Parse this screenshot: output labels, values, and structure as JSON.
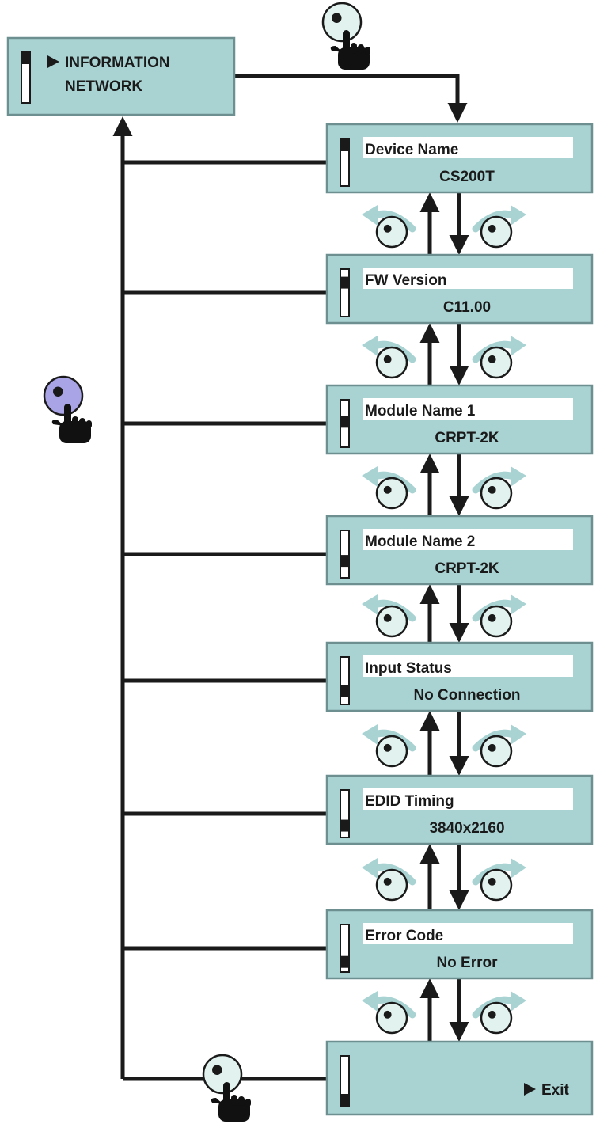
{
  "top_menu": {
    "line1": "INFORMATION",
    "line2": "NETWORK",
    "scroll_position": 0.0
  },
  "screens": [
    {
      "title": "Device Name",
      "value": "CS200T",
      "scroll_position": 0.0
    },
    {
      "title": "FW Version",
      "value": "C11.00",
      "scroll_position": 0.2
    },
    {
      "title": "Module Name 1",
      "value": "CRPT-2K",
      "scroll_position": 0.45
    },
    {
      "title": "Module Name 2",
      "value": "CRPT-2K",
      "scroll_position": 0.7
    },
    {
      "title": "Input Status",
      "value": "No Connection",
      "scroll_position": 0.8
    },
    {
      "title": "EDID Timing",
      "value": "3840x2160",
      "scroll_position": 0.85
    },
    {
      "title": "Error Code",
      "value": "No Error",
      "scroll_position": 0.9
    }
  ],
  "exit_screen": {
    "label": "Exit",
    "scroll_position": 1.0
  },
  "colors": {
    "screen_fill": "#a9d3d3",
    "screen_border": "#6d8f8f",
    "knob_fill": "#e2f2ee",
    "knob_active_fill": "#a8a4e6",
    "rotation_arrow": "#a9d3d3",
    "line": "#1a1a1a"
  },
  "icons": {
    "press_knob": "knob-press-icon",
    "back_press_knob": "knob-press-purple-icon",
    "rotate_left": "rotate-left-icon",
    "rotate_right": "rotate-right-icon"
  }
}
